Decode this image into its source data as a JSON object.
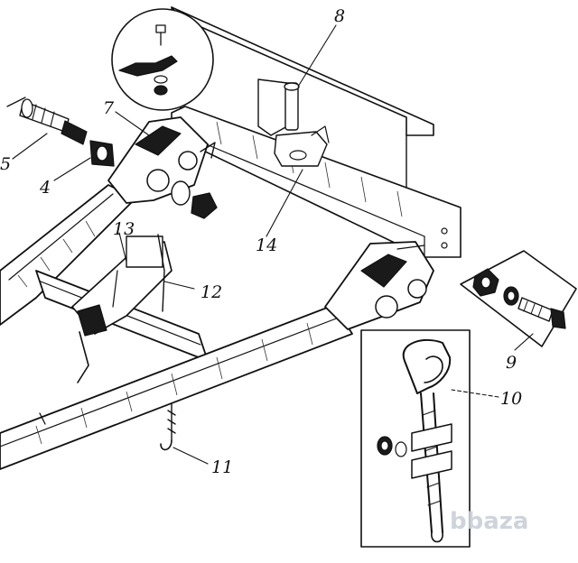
{
  "diagram": {
    "callouts": [
      {
        "id": "c1",
        "text": "8"
      },
      {
        "id": "c2",
        "text": "7"
      },
      {
        "id": "c3",
        "text": "5"
      },
      {
        "id": "c4",
        "text": "4"
      },
      {
        "id": "c5",
        "text": "13"
      },
      {
        "id": "c6",
        "text": "12"
      },
      {
        "id": "c7",
        "text": "14"
      },
      {
        "id": "c8",
        "text": "9"
      },
      {
        "id": "c9",
        "text": "10"
      },
      {
        "id": "c10",
        "text": "11"
      }
    ],
    "watermark": "bbaza"
  }
}
